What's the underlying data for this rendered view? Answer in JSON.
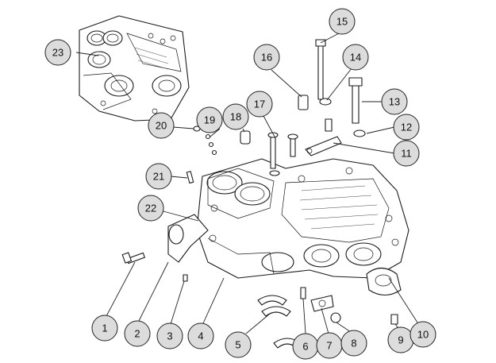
{
  "figure": {
    "callouts": [
      "1",
      "2",
      "3",
      "4",
      "5",
      "6",
      "7",
      "8",
      "9",
      "10",
      "11",
      "12",
      "13",
      "14",
      "15",
      "16",
      "17",
      "18",
      "19",
      "20",
      "21",
      "22",
      "23"
    ]
  }
}
